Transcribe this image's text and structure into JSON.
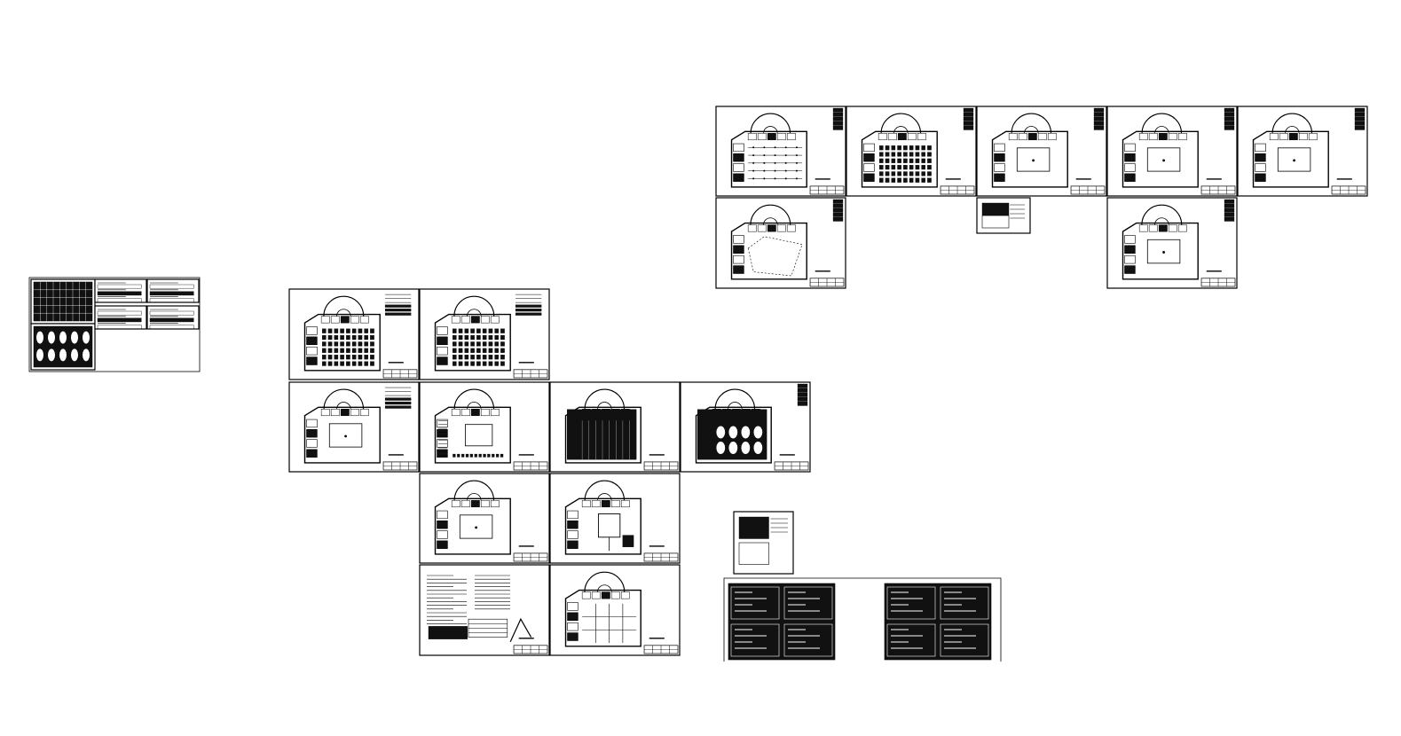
{
  "drawing": {
    "background": "#ffffff",
    "line_color": "#000000",
    "fill_dark": "#111111",
    "groups": [
      {
        "id": "left-index-sheet-set",
        "sheets": [
          {
            "kind": "ceiling-grid"
          },
          {
            "kind": "elevation-list"
          },
          {
            "kind": "elevation-list"
          },
          {
            "kind": "pattern-plan"
          },
          {
            "kind": "elevation-list"
          },
          {
            "kind": "elevation-list"
          }
        ]
      },
      {
        "id": "floor-plan-sheets",
        "sheets": [
          {
            "kind": "plan-seating"
          },
          {
            "kind": "plan-seating"
          },
          {
            "kind": "plan-open-notes"
          },
          {
            "kind": "plan-hatched"
          },
          {
            "kind": "plan-dark"
          },
          {
            "kind": "plan-pattern"
          },
          {
            "kind": "plan-open"
          },
          {
            "kind": "plan-partition"
          },
          {
            "kind": "notes-sheet"
          },
          {
            "kind": "plan-grid"
          }
        ]
      },
      {
        "id": "ceiling-plan-sheets",
        "sheets": [
          {
            "kind": "plan-lines"
          },
          {
            "kind": "plan-seating"
          },
          {
            "kind": "plan-open"
          },
          {
            "kind": "plan-open"
          },
          {
            "kind": "plan-open"
          },
          {
            "kind": "plan-dots"
          },
          {
            "kind": "small-detail"
          },
          {
            "kind": "plan-open"
          }
        ]
      },
      {
        "id": "detail-sheets",
        "sheets": [
          {
            "kind": "small-detail"
          },
          {
            "kind": "detail-panel"
          },
          {
            "kind": "detail-panel"
          }
        ]
      }
    ]
  }
}
